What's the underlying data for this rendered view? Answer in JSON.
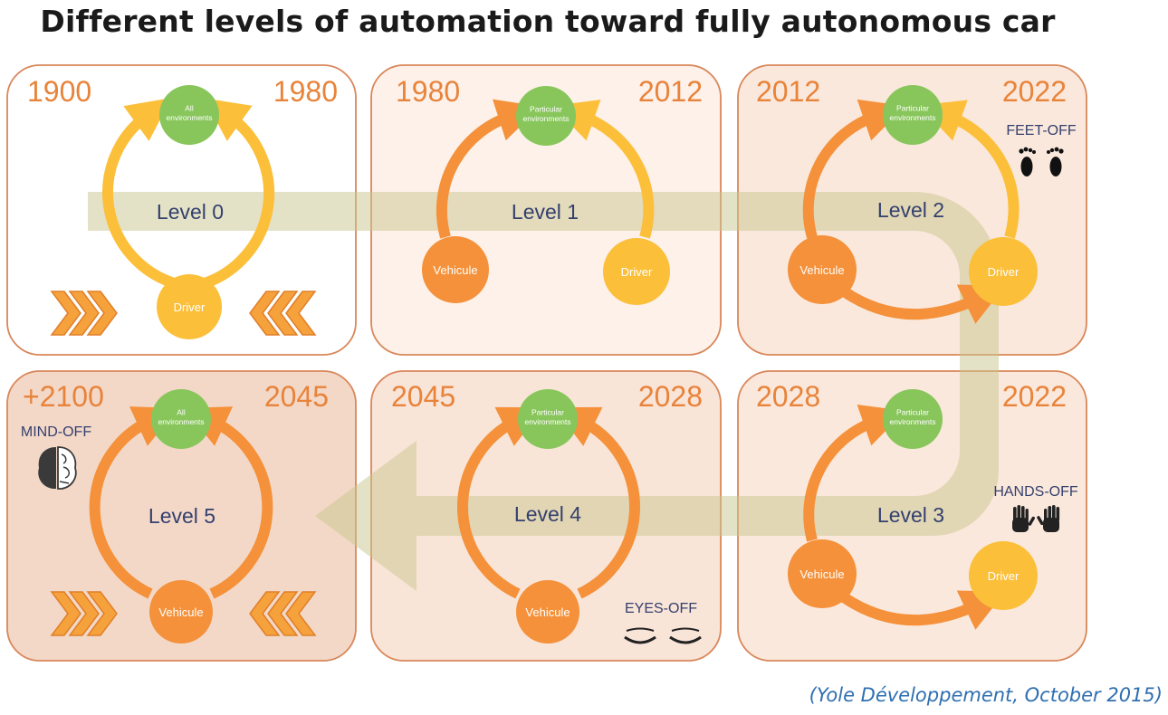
{
  "title": "Different levels of automation toward fully autonomous car",
  "source": "(Yole Développement, October 2015)",
  "colors": {
    "year": "#e8833a",
    "level_text": "#34406e",
    "green_node": "#88c65c",
    "yellow": "#fbbf3a",
    "orange": "#f4913a",
    "band": "#c9c58e",
    "tag_text": "#34406e"
  },
  "panels": [
    {
      "level": "Level 0",
      "year_left": "1900",
      "year_right": "1980",
      "top_node": "All environments",
      "nodes": [
        "Driver"
      ],
      "tag": ""
    },
    {
      "level": "Level 1",
      "year_left": "1980",
      "year_right": "2012",
      "top_node": "Particular environments",
      "nodes": [
        "Vehicule",
        "Driver"
      ],
      "tag": ""
    },
    {
      "level": "Level 2",
      "year_left": "2012",
      "year_right": "2022",
      "top_node": "Particular environments",
      "nodes": [
        "Vehicule",
        "Driver"
      ],
      "tag": "FEET-OFF",
      "tag_icon": "feet-icon"
    },
    {
      "level": "Level 5",
      "year_left": "+2100",
      "year_right": "2045",
      "top_node": "All environments",
      "nodes": [
        "Vehicule"
      ],
      "tag": "MIND-OFF",
      "tag_icon": "brain-icon"
    },
    {
      "level": "Level 4",
      "year_left": "2045",
      "year_right": "2028",
      "top_node": "Particular environments",
      "nodes": [
        "Vehicule"
      ],
      "tag": "EYES-OFF",
      "tag_icon": "closed-eyes-icon"
    },
    {
      "level": "Level 3",
      "year_left": "2028",
      "year_right": "2022",
      "top_node": "Particular environments",
      "nodes": [
        "Vehicule",
        "Driver"
      ],
      "tag": "HANDS-OFF",
      "tag_icon": "hands-icon"
    }
  ]
}
